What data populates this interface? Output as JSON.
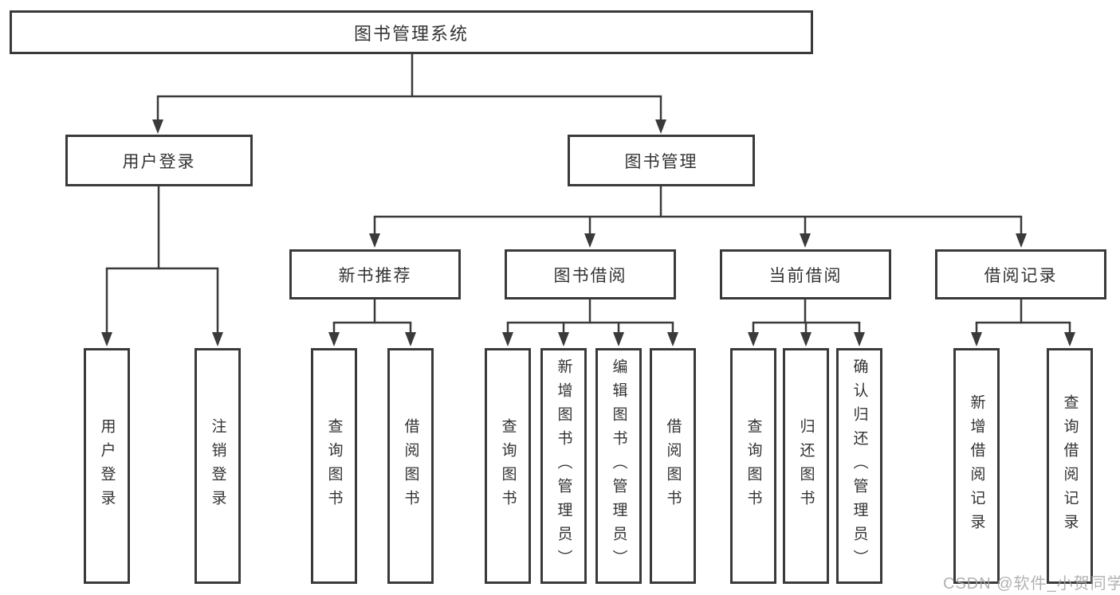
{
  "diagram": {
    "root_label": "图书管理系统",
    "level2": {
      "login": "用户登录",
      "management": "图书管理"
    },
    "level3": {
      "new_books": "新书推荐",
      "borrowing": "图书借阅",
      "current": "当前借阅",
      "records": "借阅记录"
    },
    "leaves": {
      "login": [
        "用户登录",
        "注销登录"
      ],
      "new_books": [
        "查询图书",
        "借阅图书"
      ],
      "borrowing": [
        "查询图书",
        "新增图书（管理员）",
        "编辑图书（管理员）",
        "借阅图书"
      ],
      "current": [
        "查询图书",
        "归还图书",
        "确认归还（管理员）"
      ],
      "records": [
        "新增借阅记录",
        "查询借阅记录"
      ]
    },
    "watermark": "CSDN @软件_小贺同学",
    "colors": {
      "line": "#3a3a3a",
      "box_border": "#3a3a3a",
      "text": "#333333",
      "watermark": "#a5a5a5",
      "background": "#ffffff"
    }
  }
}
